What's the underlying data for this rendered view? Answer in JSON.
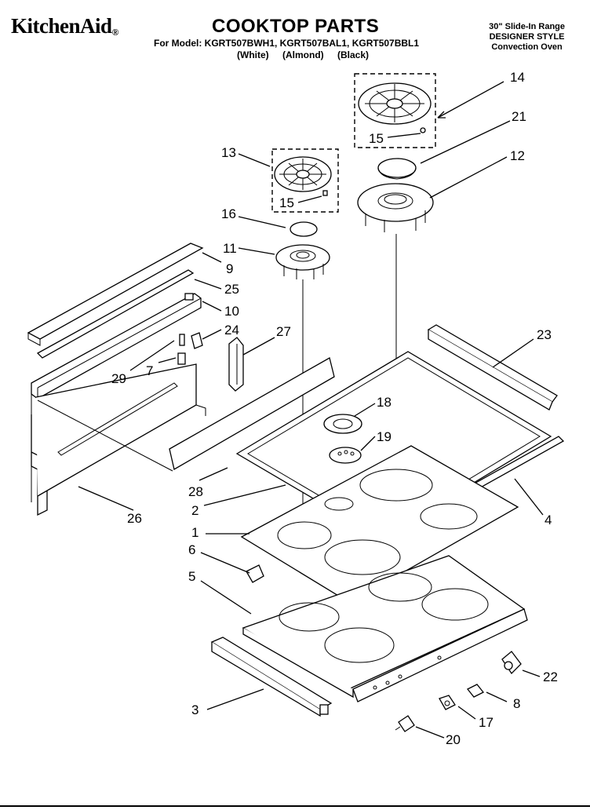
{
  "header": {
    "brand": "KitchenAid",
    "trademark": "®",
    "title": "COOKTOP PARTS",
    "models": "For Model: KGRT507BWH1, KGRT507BAL1, KGRT507BBL1",
    "finishes": "(White) (Almond) (Black)",
    "info": [
      "30\" Slide-In Range",
      "DESIGNER STYLE",
      "Convection Oven"
    ]
  },
  "callouts": [
    {
      "id": "c1",
      "text": "1"
    },
    {
      "id": "c2",
      "text": "2"
    },
    {
      "id": "c3",
      "text": "3"
    },
    {
      "id": "c4",
      "text": "4"
    },
    {
      "id": "c5",
      "text": "5"
    },
    {
      "id": "c6",
      "text": "6"
    },
    {
      "id": "c7",
      "text": "7"
    },
    {
      "id": "c8",
      "text": "8"
    },
    {
      "id": "c9",
      "text": "9"
    },
    {
      "id": "c10",
      "text": "10"
    },
    {
      "id": "c11",
      "text": "11"
    },
    {
      "id": "c12",
      "text": "12"
    },
    {
      "id": "c13",
      "text": "13"
    },
    {
      "id": "c14",
      "text": "14"
    },
    {
      "id": "c15a",
      "text": "15"
    },
    {
      "id": "c15b",
      "text": "15"
    },
    {
      "id": "c16",
      "text": "16"
    },
    {
      "id": "c17",
      "text": "17"
    },
    {
      "id": "c18",
      "text": "18"
    },
    {
      "id": "c19",
      "text": "19"
    },
    {
      "id": "c20",
      "text": "20"
    },
    {
      "id": "c21",
      "text": "21"
    },
    {
      "id": "c22",
      "text": "22"
    },
    {
      "id": "c23",
      "text": "23"
    },
    {
      "id": "c24",
      "text": "24"
    },
    {
      "id": "c25",
      "text": "25"
    },
    {
      "id": "c26",
      "text": "26"
    },
    {
      "id": "c27",
      "text": "27"
    },
    {
      "id": "c28",
      "text": "28"
    },
    {
      "id": "c29",
      "text": "29"
    }
  ]
}
